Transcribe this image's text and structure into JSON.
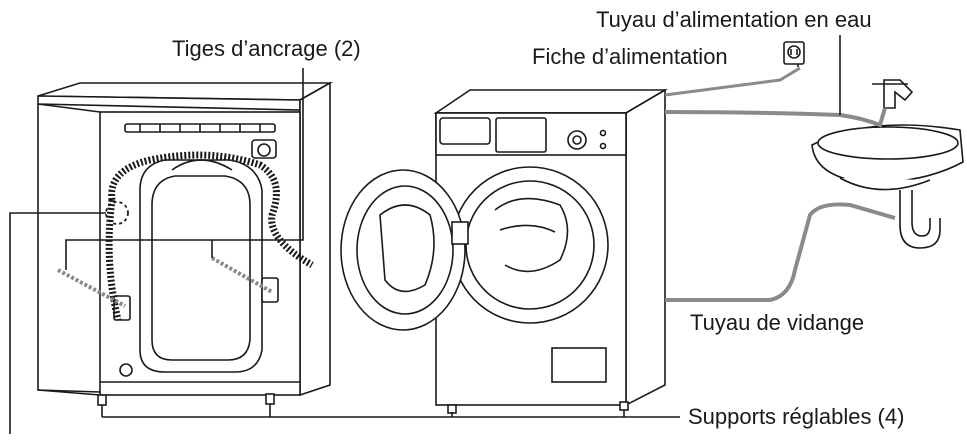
{
  "labels": {
    "water_inlet_hose": "Tuyau d’alimentation en eau",
    "power_plug": "Fiche d’alimentation",
    "anchor_rods": "Tiges d’ancrage (2)",
    "drain_hose": "Tuyau de vidange",
    "adjustable_feet": "Supports réglables (4)"
  },
  "colors": {
    "line": "#1a1a1a",
    "hose": "#8a8a8a",
    "body_fill": "#ffffff"
  },
  "icons": [
    "power-outlet-icon"
  ]
}
